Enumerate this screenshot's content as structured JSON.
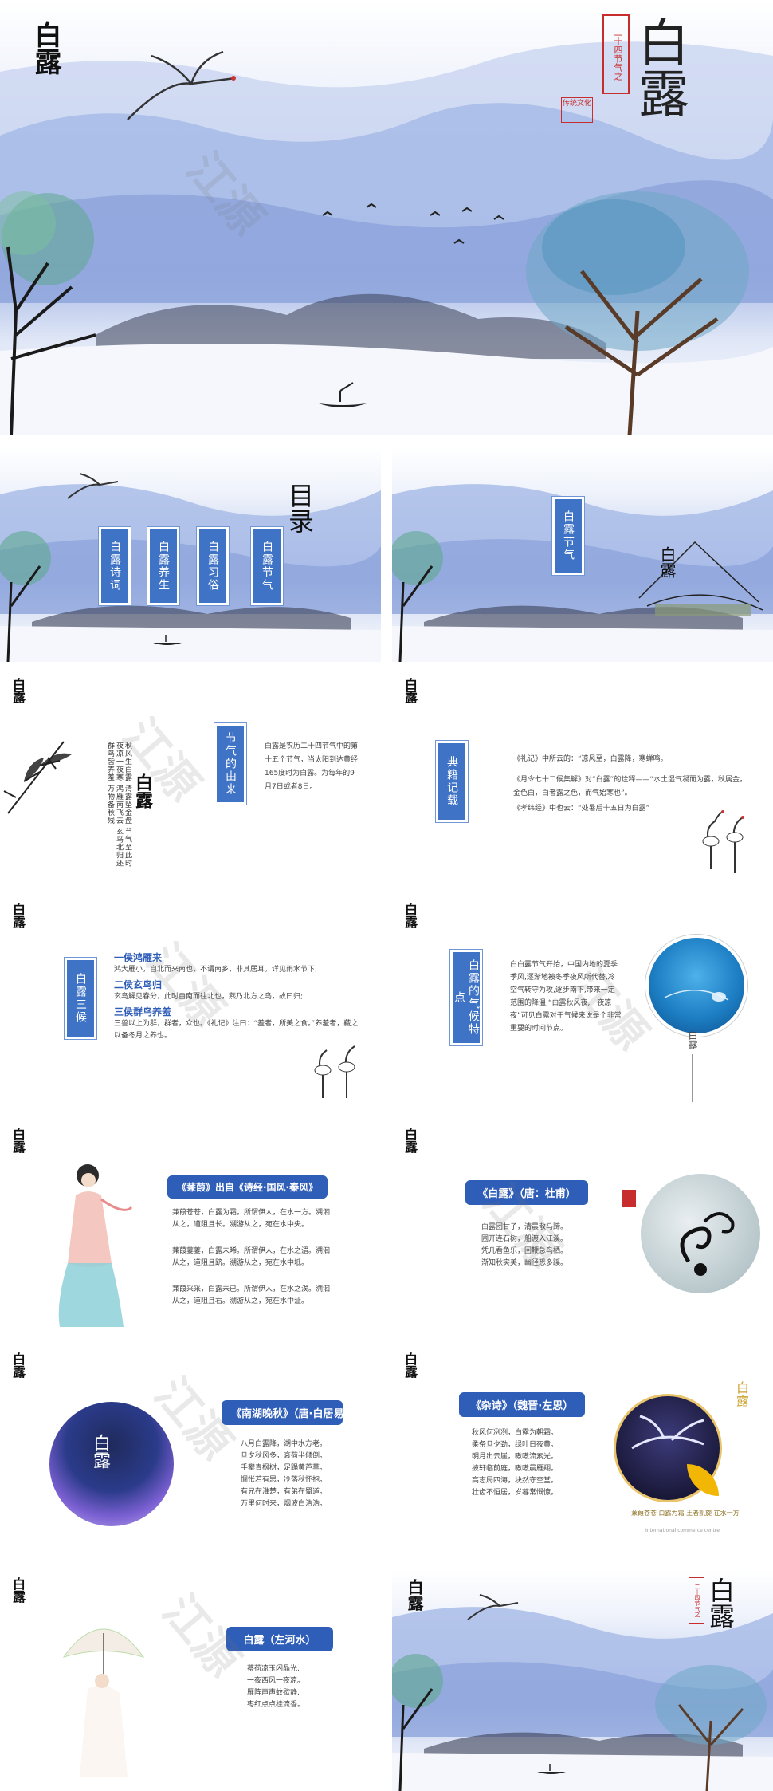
{
  "cover": {
    "brand": "白露",
    "seal_text": "二十四节气之",
    "seal_small": "传统文化",
    "logo_word": "白露"
  },
  "toc": {
    "title": "目录",
    "items": [
      "白露诗词",
      "白露养生",
      "白露习俗",
      "白露节气"
    ]
  },
  "section": {
    "label": "白露节气"
  },
  "origin": {
    "brand": "白露",
    "heading": "节气的由来",
    "text": "白露是农历二十四节气中的第十五个节气，当太阳到达黄经165度时为白露。为每年的9月7日或者8日。",
    "calligraphy": "白露"
  },
  "classics": {
    "brand": "白露",
    "heading": "典籍记载",
    "lines": [
      "《礼记》中所云的：“凉风至，白露降，寒蝉鸣。",
      "《月令七十二候集解》对“白露”的诠释——“水土湿气凝而为露，秋属金，金色白，白者露之色，而气始寒也”。",
      "《孝纬经》中也云：“处暑后十五日为白露”"
    ]
  },
  "three_phases": {
    "brand": "白露",
    "heading": "白露三候",
    "items": [
      {
        "title": "一侯鸿雁来",
        "text": "鸿大雁小，自北而来南也，不谓南乡，非其居耳。详见雨水节下;"
      },
      {
        "title": "二侯玄鸟归",
        "text": "玄鸟解见春分，此时自南而往北也，燕乃北方之鸟，故曰归;"
      },
      {
        "title": "三侯群鸟养羞",
        "text": "三兽以上为群，群者，众也。《礼记》注曰：“羞者，所美之食。”养羞者，藏之以备冬月之养也。"
      }
    ]
  },
  "climate": {
    "brand": "白露",
    "heading": "白露的气候特点",
    "text": "白白露节气开始，中国内地的夏季季风,逐渐地被冬季夜风所代替,冷空气转守为攻,逐步南下,带来一定范围的降温,“白露秋风夜,一夜凉一夜”可见白露对于气候来说是个非常重要的时间节点。",
    "vertical_label": "白露"
  },
  "poem_jianjia": {
    "brand": "白露",
    "title": "《蒹葭》出自《诗经·国风·秦风》",
    "stanzas": [
      "蒹葭苍苍，白露为霜。所谓伊人，在水一方。溯洄从之，道阻且长。溯游从之，宛在水中央。",
      "蒹葭萋萋，白露未晞。所谓伊人，在水之湄。溯洄从之，道阻且跻。溯游从之，宛在水中坻。",
      "蒹葭采采，白露未已。所谓伊人，在水之涘。溯洄从之，道阻且右。溯游从之，宛在水中沚。"
    ]
  },
  "poem_dufu": {
    "brand": "白露",
    "title": "《白露》（唐：杜甫）",
    "lines": [
      "白露团甘子，清晨散马蹄。",
      "圃开连石树，船渡入江溪。",
      "凭几看鱼乐，回鞭急鸟栖。",
      "渐知秋实美，幽径恐多蹊。"
    ]
  },
  "poem_baijuyi": {
    "brand": "白露",
    "title": "《南湖晚秋》（唐·白居易）",
    "lines": [
      "八月白露降，湖中水方老。",
      "旦夕秋风多，衰荷半倾倒。",
      "手攀青枫树，足蹋黄芦草。",
      "惆怅若有思，冷落秋怀抱。",
      "有兄在淮楚，有弟在蜀道。",
      "万里何时来，烟波白浩浩。"
    ],
    "circle_word": "白露"
  },
  "poem_zasi": {
    "brand": "白露",
    "title": "《杂诗》（魏晋·左思）",
    "lines": [
      "秋风何冽冽，白露为朝霜。",
      "柔条旦夕劲，绿叶日夜黄。",
      "明月出云崖，嗷嗷流素光。",
      "披轩临前庭，嗷嗷晨雁翔。",
      "高志局四海，块然守空堂。",
      "壮齿不恒居，岁暮常慨慷。"
    ],
    "side_word": "白露",
    "caption": "蒹葭苍苍 白露为霜 王者凯旋 在水一方",
    "caption_small": "International commerce centre"
  },
  "poem_zuohe": {
    "brand": "白露",
    "title": "白露（左河水）",
    "lines": [
      "蔡荷凉玉闪晶光,",
      "一夜西风一夜凉。",
      "雁阵声声蚊歇静,",
      "枣红点点桂流香。"
    ]
  },
  "ending": {
    "brand": "白露",
    "seal_text": "二十四节气之",
    "logo_word": "白露"
  },
  "colors": {
    "accent": "#3f73c6",
    "deep_blue": "#2f5eb8",
    "mountain_blue": "#9fb3e3"
  }
}
